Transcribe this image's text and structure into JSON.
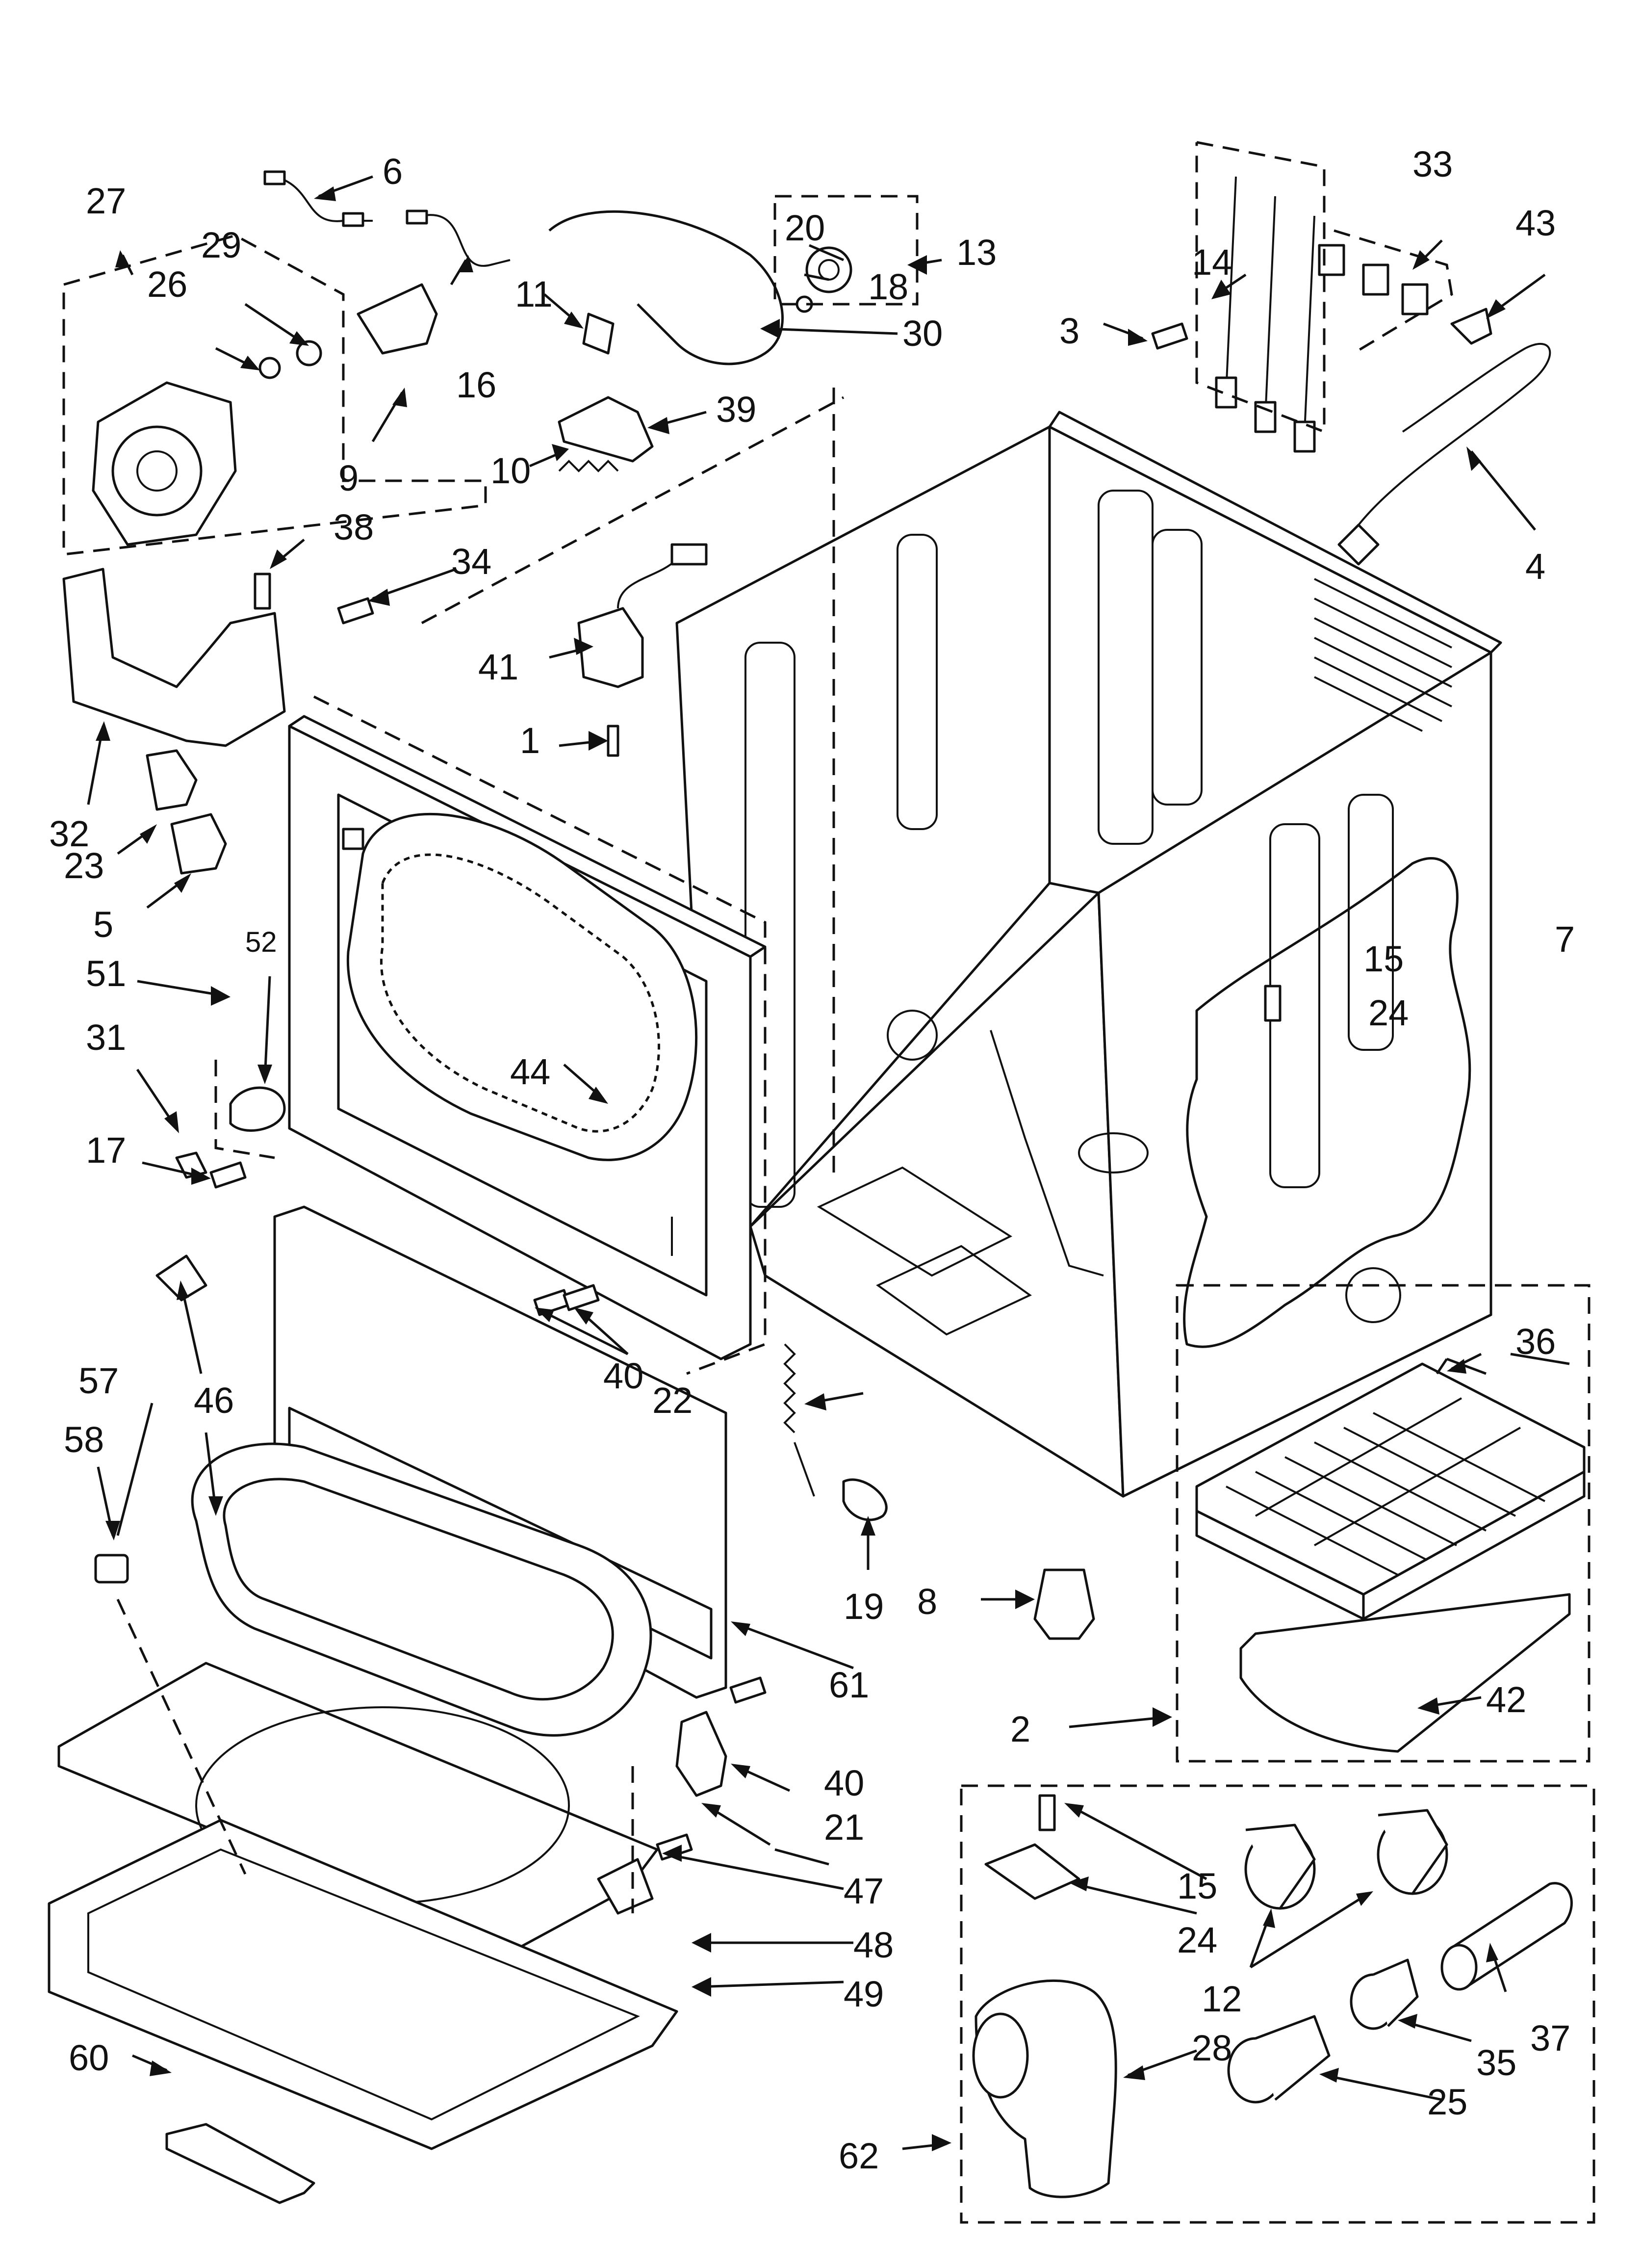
{
  "diagram": {
    "callouts": {
      "c1": "1",
      "c2": "2",
      "c3": "3",
      "c4": "4",
      "c5": "5",
      "c6": "6",
      "c7": "7",
      "c8": "8",
      "c9": "9",
      "c10": "10",
      "c11": "11",
      "c12": "12",
      "c13": "13",
      "c14": "14",
      "c15a": "15",
      "c15b": "15",
      "c16": "16",
      "c17": "17",
      "c18": "18",
      "c19": "19",
      "c20": "20",
      "c21": "21",
      "c22": "22",
      "c23": "23",
      "c24a": "24",
      "c24b": "24",
      "c25": "25",
      "c26": "26",
      "c27": "27",
      "c28": "28",
      "c29": "29",
      "c30": "30",
      "c31": "31",
      "c32": "32",
      "c33": "33",
      "c34": "34",
      "c35": "35",
      "c36": "36",
      "c37": "37",
      "c38": "38",
      "c39": "39",
      "c40a": "40",
      "c40b": "40",
      "c41": "41",
      "c42": "42",
      "c43": "43",
      "c44": "44",
      "c46": "46",
      "c47": "47",
      "c48": "48",
      "c49": "49",
      "c51": "51",
      "c52": "52",
      "c57": "57",
      "c58": "58",
      "c60": "60",
      "c61": "61",
      "c62": "62"
    }
  }
}
